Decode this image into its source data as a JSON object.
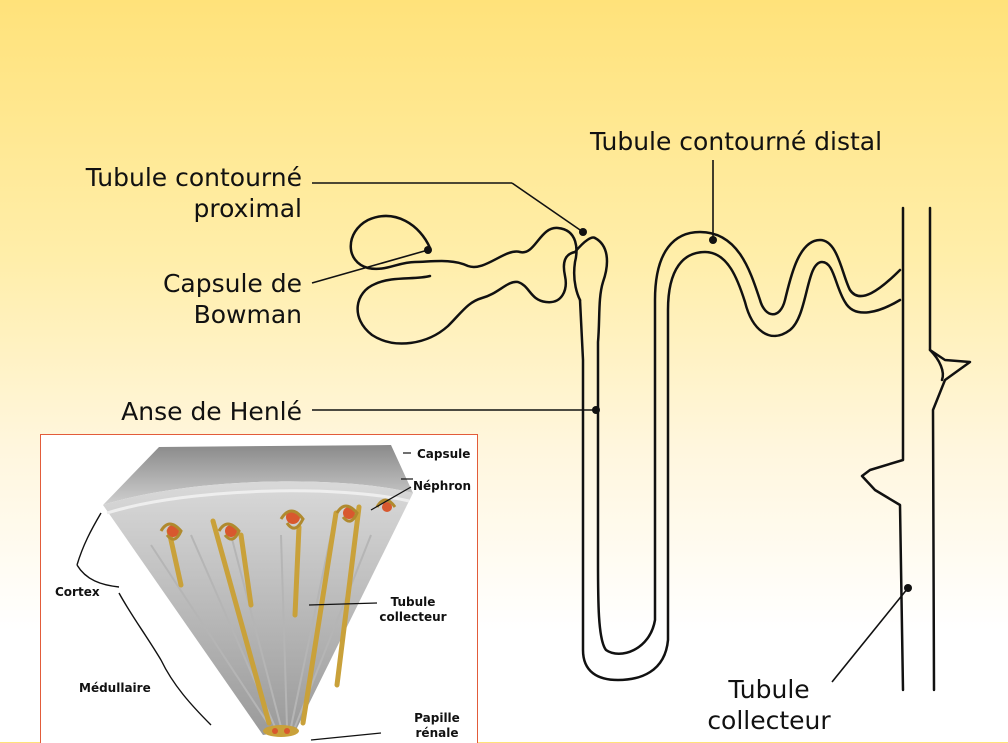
{
  "labels": {
    "pct": "Tubule contourné",
    "pct2": "proximal",
    "tcd": "Tubule contourné distal",
    "capsule1": "Capsule de",
    "capsule2": "Bowman",
    "henle": "Anse de Henlé",
    "tc1": "Tubule",
    "tc2": "collecteur"
  },
  "inset": {
    "capsule": "Capsule",
    "nephron": "Néphron",
    "cortex": "Cortex",
    "tubule1": "Tubule",
    "tubule2": "collecteur",
    "medullaire": "Médullaire",
    "papille1": "Papille",
    "papille2": "rénale"
  }
}
